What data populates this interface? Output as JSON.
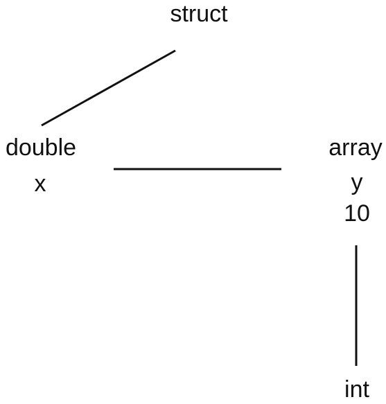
{
  "diagram": {
    "nodes": {
      "struct": "struct",
      "double_type": "double",
      "double_name": "x",
      "array_type": "array",
      "array_name": "y",
      "array_size": "10",
      "int_type": "int"
    },
    "edges": [
      {
        "from": "struct",
        "to": "double"
      },
      {
        "from": "double",
        "to": "array"
      },
      {
        "from": "array",
        "to": "int"
      }
    ],
    "colors": {
      "line": "#111111",
      "text": "#111111",
      "background": "#ffffff"
    }
  }
}
